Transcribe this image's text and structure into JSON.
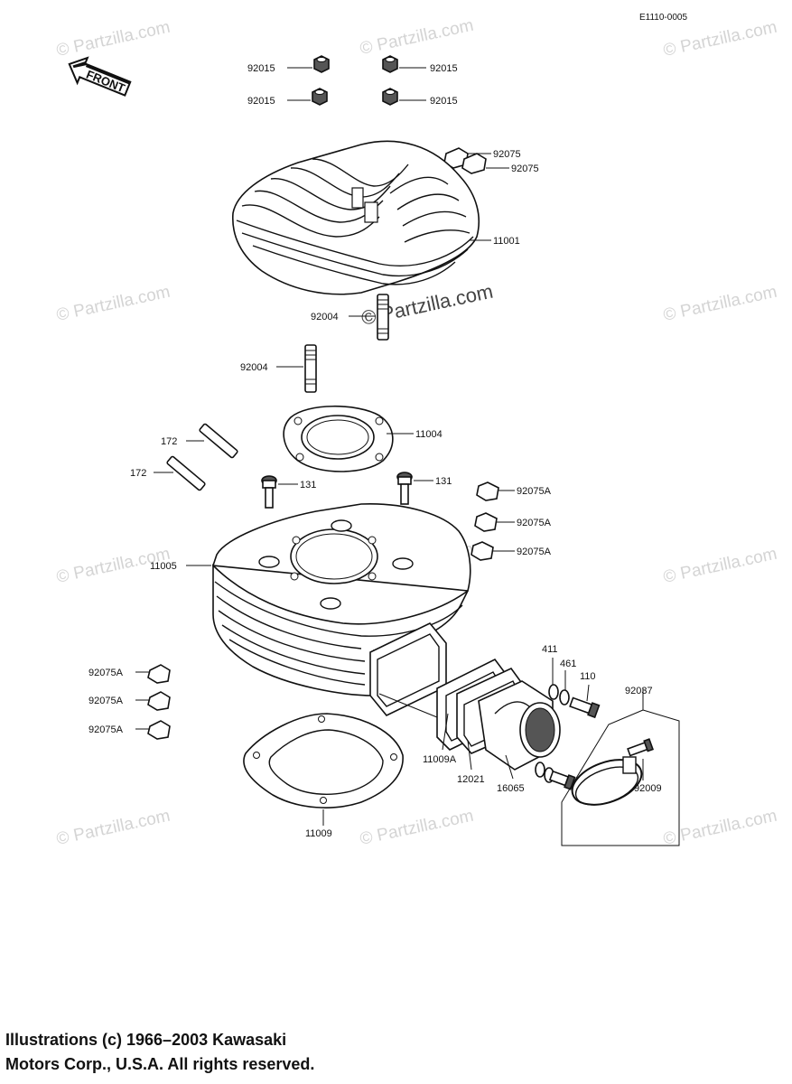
{
  "diagram_code": "E1110-0005",
  "front_label": "FRONT",
  "watermarks": {
    "small": "© Partzilla.com",
    "center": "© Partzilla.com"
  },
  "labels": {
    "nut_tl": "92015",
    "nut_tr": "92015",
    "nut_bl": "92015",
    "nut_br": "92015",
    "damper_top_1": "92075",
    "damper_top_2": "92075",
    "head": "11001",
    "stud_a": "92004",
    "stud_b": "92004",
    "head_gasket": "11004",
    "stud_172_a": "172",
    "stud_172_b": "172",
    "bolt_131_a": "131",
    "bolt_131_b": "131",
    "damper_r1": "92075A",
    "damper_r2": "92075A",
    "damper_r3": "92075A",
    "cylinder": "11005",
    "damper_l1": "92075A",
    "damper_l2": "92075A",
    "damper_l3": "92075A",
    "washer_411": "411",
    "washer_461": "461",
    "bolt_110": "110",
    "clamp_assy": "92037",
    "base_gasket_small": "11009A",
    "reed_valve": "12021",
    "intake_pipe": "16065",
    "screw_92009": "92009",
    "base_gasket": "11009"
  },
  "footer": {
    "line1": "Illustrations (c) 1966–2003 Kawasaki",
    "line2": "Motors Corp., U.S.A.  All rights reserved."
  }
}
